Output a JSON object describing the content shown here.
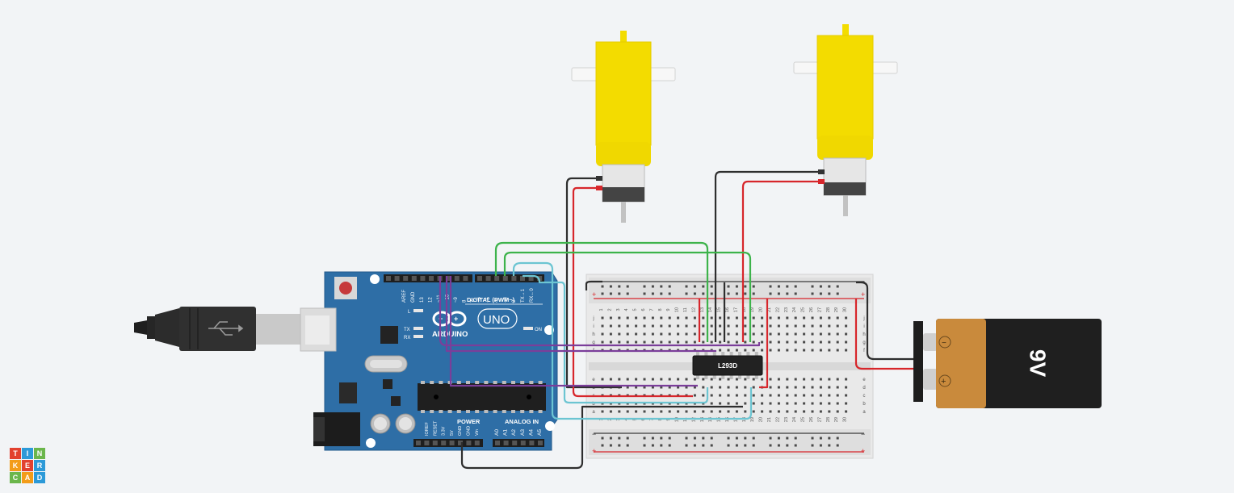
{
  "board": {
    "aref": "AREF",
    "gnd": "GND",
    "pins_top": [
      "13",
      "12",
      "~11",
      "~10",
      "~9",
      "8",
      "7",
      "~6",
      "~5",
      "4",
      "~3",
      "2",
      "TX→1",
      "RX←0"
    ],
    "digital_label": "DIGITAL (PWM~)",
    "brand": "ARDUINO",
    "model": "UNO",
    "led_l": "L",
    "led_tx": "TX",
    "led_rx": "RX",
    "led_on": "ON",
    "power_label": "POWER",
    "analog_label": "ANALOG IN",
    "power_pins": [
      "IOREF",
      "RESET",
      "3.3V",
      "5V",
      "GND",
      "GND",
      "Vin"
    ],
    "analog_pins": [
      "A0",
      "A1",
      "A2",
      "A3",
      "A4",
      "A5"
    ]
  },
  "chip": {
    "label": "L293D"
  },
  "battery": {
    "label": "9V",
    "minus": "−",
    "plus": "+"
  },
  "breadboard": {
    "row_letters_top": [
      "j",
      "i",
      "h",
      "g",
      "f"
    ],
    "row_letters_bottom": [
      "e",
      "d",
      "c",
      "b",
      "a"
    ],
    "columns": [
      "1",
      "2",
      "3",
      "4",
      "5",
      "6",
      "7",
      "8",
      "9",
      "10",
      "11",
      "12",
      "13",
      "14",
      "15",
      "16",
      "17",
      "18",
      "19",
      "20",
      "21",
      "22",
      "23",
      "24",
      "25",
      "26",
      "27",
      "28",
      "29",
      "30"
    ],
    "plus": "+",
    "minus": "−"
  },
  "logo": {
    "letters": [
      "T",
      "I",
      "N",
      "K",
      "E",
      "R",
      "C",
      "A",
      "D"
    ],
    "colors": [
      "#e2412f",
      "#2d9ad8",
      "#6bb64b",
      "#f39c19",
      "#e2412f",
      "#2d9ad8",
      "#6bb64b",
      "#f39c19",
      "#2d9ad8"
    ]
  },
  "colors": {
    "board": "#2e6ea6",
    "motor": "#f3dc00",
    "wire_red": "#d7262b",
    "wire_black": "#2e2e2e",
    "wire_green": "#3db34b",
    "wire_purple": "#7b3e9a",
    "wire_cyan": "#6cc5d2"
  }
}
